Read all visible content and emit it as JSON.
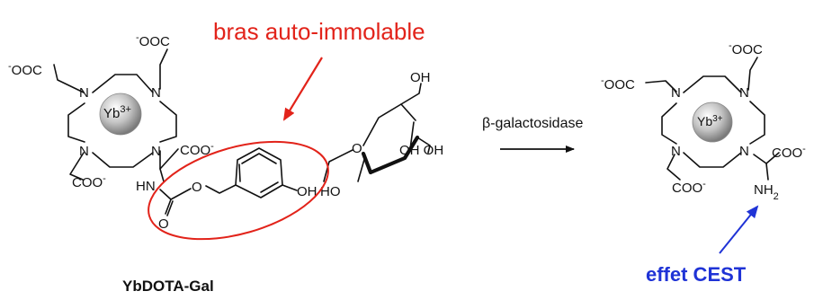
{
  "annotations": {
    "linker": "bras auto-immolable",
    "cest": "effet CEST"
  },
  "reaction": {
    "enzyme": "β-galactosidase"
  },
  "compounds": {
    "substrate_name": "YbDOTA-Gal"
  },
  "labels": {
    "metal": "Yb",
    "metal_charge": "3+",
    "metal_charge_small": "3+",
    "carboxylate": "COO",
    "carboxylate_rev": "OOC",
    "neg": "-",
    "nitrogen": "N",
    "nh": "HN",
    "oxygen": "O",
    "hydroxyl": "OH",
    "ho": "HO",
    "oh_oh": "OH OH",
    "nh2": "NH",
    "sub2": "2"
  },
  "colors": {
    "annotation_red": "#e2231a",
    "annotation_blue": "#1f33d6",
    "structure": "#111111",
    "metal_sphere": "#9a9a9a"
  }
}
